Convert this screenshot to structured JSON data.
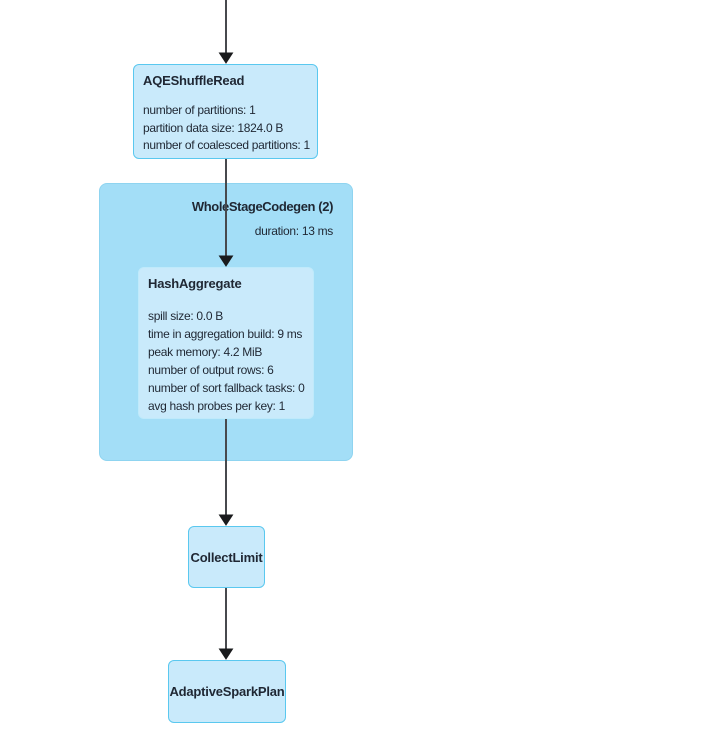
{
  "diagram_type": "spark-sql-query-plan-dag",
  "colors": {
    "background": "#ffffff",
    "node_fill": "#c9eafb",
    "node_border": "#5ac8ef",
    "cluster_fill": "#a3def7",
    "cluster_border": "#8fd4f0",
    "inner_node_border": "#bfeafb",
    "edge_line": "#47494d",
    "arrowhead": "#1a1b1d",
    "text": "#1f2733"
  },
  "nodes": {
    "aqe_shuffle_read": {
      "title": "AQEShuffleRead",
      "metrics": [
        "number of partitions: 1",
        "partition data size: 1824.0 B",
        "number of coalesced partitions: 1"
      ]
    },
    "whole_stage_codegen": {
      "title": "WholeStageCodegen (2)",
      "duration": "duration: 13 ms"
    },
    "hash_aggregate": {
      "title": "HashAggregate",
      "metrics": [
        "spill size: 0.0 B",
        "time in aggregation build: 9 ms",
        "peak memory: 4.2 MiB",
        "number of output rows: 6",
        "number of sort fallback tasks: 0",
        "avg hash probes per key: 1"
      ]
    },
    "collect_limit": {
      "title": "CollectLimit"
    },
    "adaptive_spark_plan": {
      "title": "AdaptiveSparkPlan"
    }
  },
  "edges": [
    {
      "from": "offscreen-top",
      "to": "AQEShuffleRead"
    },
    {
      "from": "AQEShuffleRead",
      "to": "HashAggregate"
    },
    {
      "from": "HashAggregate",
      "to": "CollectLimit"
    },
    {
      "from": "CollectLimit",
      "to": "AdaptiveSparkPlan"
    }
  ]
}
